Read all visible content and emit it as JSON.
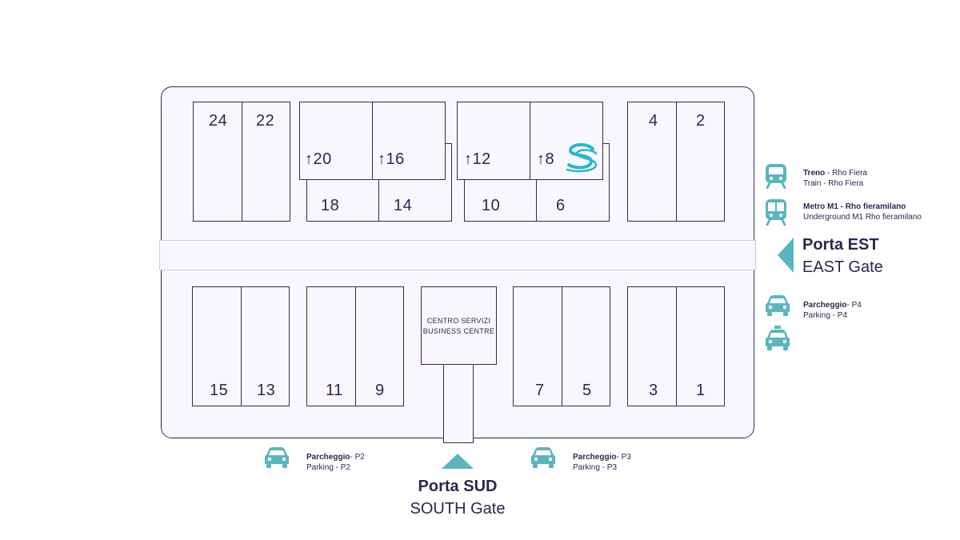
{
  "halls": {
    "h24": "24",
    "h22": "22",
    "h20": "↑20",
    "h16": "↑16",
    "h12": "↑12",
    "h8": "↑8",
    "h4": "4",
    "h2": "2",
    "h18": "18",
    "h14": "14",
    "h10": "10",
    "h6": "6",
    "h15": "15",
    "h13": "13",
    "h11": "11",
    "h9": "9",
    "h7": "7",
    "h5": "5",
    "h3": "3",
    "h1": "1"
  },
  "services_centre": {
    "line1": "CENTRO SERVIZI",
    "line2": "BUSINESS CENTRE"
  },
  "east": {
    "train_title": "Treno",
    "train_suffix": " - Rho Fiera",
    "train_en": "Train - Rho Fiera",
    "metro_title": "Metro M1 - Rho fieramilano",
    "metro_en": "Underground M1 Rho fieramilano",
    "gate_it": "Porta EST",
    "gate_en": "EAST Gate",
    "parking_title": "Parcheggio",
    "parking_suffix": "- P4",
    "parking_en": "Parking - P4"
  },
  "south": {
    "gate_it": "Porta SUD",
    "gate_en": "SOUTH Gate",
    "p2_title": "Parcheggio",
    "p2_suffix": "- P2",
    "p2_en": "Parking - P2",
    "p3_title": "Parcheggio",
    "p3_suffix": "- P3",
    "p3_en": "Parking - P3"
  },
  "colors": {
    "outline": "#2e2c55",
    "accent": "#5bb5be",
    "fill": "#f7f8fd",
    "logo": "#2bb7c4"
  },
  "icons": [
    "train-icon",
    "metro-icon",
    "car-icon",
    "taxi-icon",
    "arrow-left-icon",
    "arrow-up-icon",
    "exhibitor-logo"
  ]
}
